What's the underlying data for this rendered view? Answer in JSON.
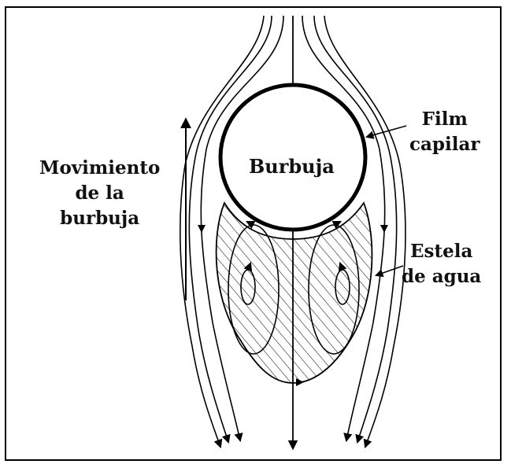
{
  "diagram": {
    "bubble_label": "Burbuja",
    "film_label": [
      "Film",
      "capilar"
    ],
    "wake_label": [
      "Estela",
      "de agua"
    ],
    "movement_label": [
      "Movimiento",
      "de la",
      "burbuja"
    ]
  }
}
